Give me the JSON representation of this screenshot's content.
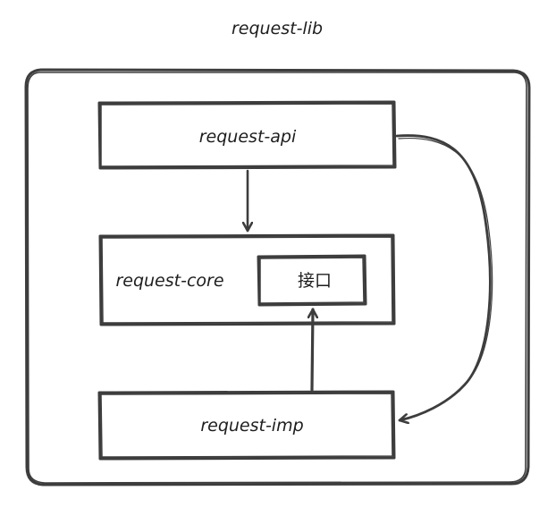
{
  "title": "request-lib",
  "nodes": {
    "api": "request-api",
    "core": "request-core",
    "interface": "接口",
    "imp": "request-imp"
  },
  "colors": {
    "stroke": "#3d3d3d",
    "text": "#1e1e1e",
    "background": "#ffffff"
  }
}
